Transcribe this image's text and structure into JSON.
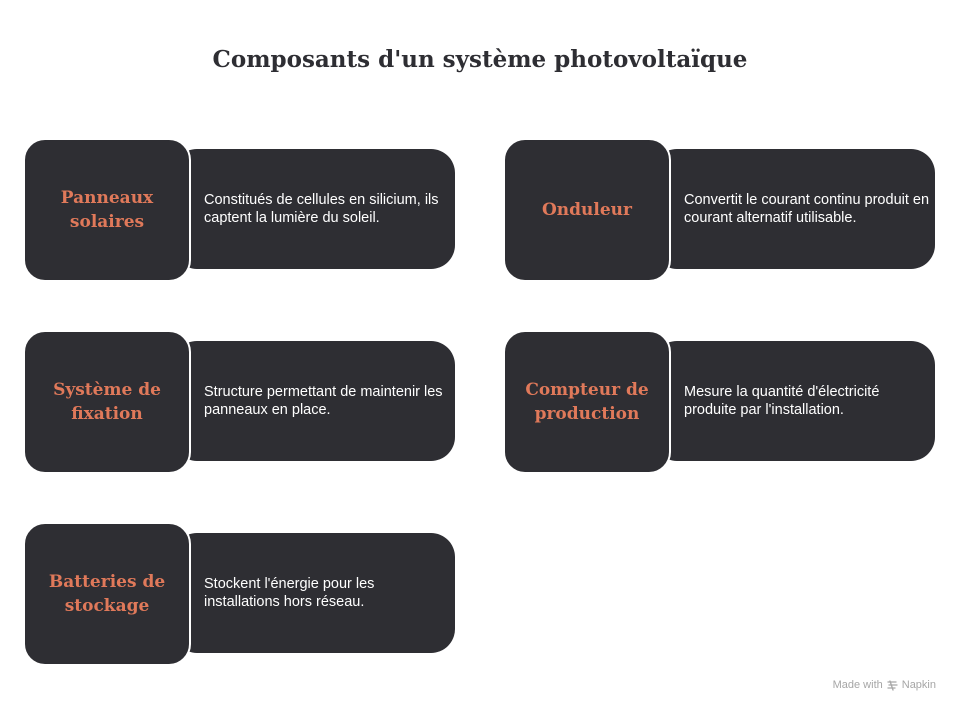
{
  "title": "Composants d'un système photovoltaïque",
  "components": [
    {
      "label_line1": "Panneaux",
      "label_line2": "solaires",
      "description": "Constitués de cellules en silicium, ils captent la lumière du soleil."
    },
    {
      "label_line1": "Onduleur",
      "label_line2": "",
      "description": "Convertit le courant continu produit en courant alternatif utilisable."
    },
    {
      "label_line1": "Système de",
      "label_line2": "fixation",
      "description": "Structure permettant de maintenir les panneaux en place."
    },
    {
      "label_line1": "Compteur de",
      "label_line2": "production",
      "description": "Mesure la quantité d'électricité produite par l'installation."
    },
    {
      "label_line1": "Batteries de",
      "label_line2": "stockage",
      "description": "Stockent l'énergie pour les installations hors réseau."
    }
  ],
  "watermark": {
    "prefix": "Made with",
    "brand": "Napkin",
    "icon": "napkin-logo-icon"
  },
  "colors": {
    "card_background": "#2e2e33",
    "label_text": "#e0795a",
    "description_text": "#ffffff",
    "title_text": "#2e2e33"
  }
}
